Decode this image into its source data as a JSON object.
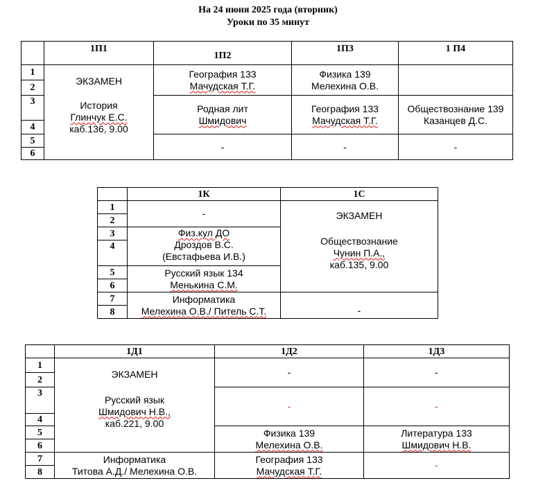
{
  "header": {
    "line1": "На 24 июня 2025 года (вторник)",
    "line2": "Уроки по 35 минут"
  },
  "table1": {
    "groups": [
      "1П1",
      "1П2",
      "1П3",
      "1 П4"
    ],
    "rows": [
      "1",
      "2",
      "3",
      "4",
      "5",
      "6"
    ],
    "p1": {
      "exam": "ЭКЗАМЕН",
      "subject": "История",
      "teacher": "Глинчук Е.С.",
      "room": "каб.136, 9.00"
    },
    "p2_12": {
      "subject": "География 133",
      "teacher": "Мачудская Т.Г."
    },
    "p3_12": {
      "subject": "Физика 139",
      "teacher": "Мелехина О.В."
    },
    "p2_34": {
      "subject": "Родная лит",
      "teacher": "Шмидович"
    },
    "p3_34": {
      "subject": "География 133",
      "teacher": "Мачудская Т.Г."
    },
    "p4_34": {
      "subject": "Обществознание 139",
      "teacher": "Казанцев Д.С."
    },
    "dash": "-"
  },
  "table2": {
    "groups": [
      "1К",
      "1С"
    ],
    "rows": [
      "1",
      "2",
      "3",
      "4",
      "5",
      "6",
      "7",
      "8"
    ],
    "k_12": "-",
    "k_34": {
      "subject": "Физ.кул ДО",
      "teacher": "Дроздов В.С.",
      "teacher2": "(Евстафьева И.В.)"
    },
    "k_56": {
      "subject": "Русский язык 134",
      "teacher": "Менькина С.М."
    },
    "k_78": {
      "subject": "Информатика",
      "teacher": "Мелехина О.В./ Питель С.Т."
    },
    "s_exam": {
      "exam": "ЭКЗАМЕН",
      "subject": "Обществознание",
      "teacher": "Чунин П.А.,",
      "room": "каб.135, 9.00"
    },
    "s_78": "-"
  },
  "table3": {
    "groups": [
      "1Д1",
      "1Д2",
      "1Д3"
    ],
    "rows": [
      "1",
      "2",
      "3",
      "4",
      "5",
      "6",
      "7",
      "8"
    ],
    "d1_exam": {
      "exam": "ЭКЗАМЕН",
      "subject": "Русский язык",
      "teacher": "Шмидович Н.В.,",
      "room": "каб.221, 9.00"
    },
    "d1_78": {
      "subject": "Информатика",
      "teacher": "Титова А.Д./ Мелехина О.В."
    },
    "d2_56": {
      "subject": "Физика 139",
      "teacher": "Мелехина О.В."
    },
    "d2_78": {
      "subject": "География 133",
      "teacher": "Мачудская Т.Г."
    },
    "d3_56": {
      "subject": "Литература 133",
      "teacher": "Шмидович Н.В."
    },
    "dash": "-"
  }
}
